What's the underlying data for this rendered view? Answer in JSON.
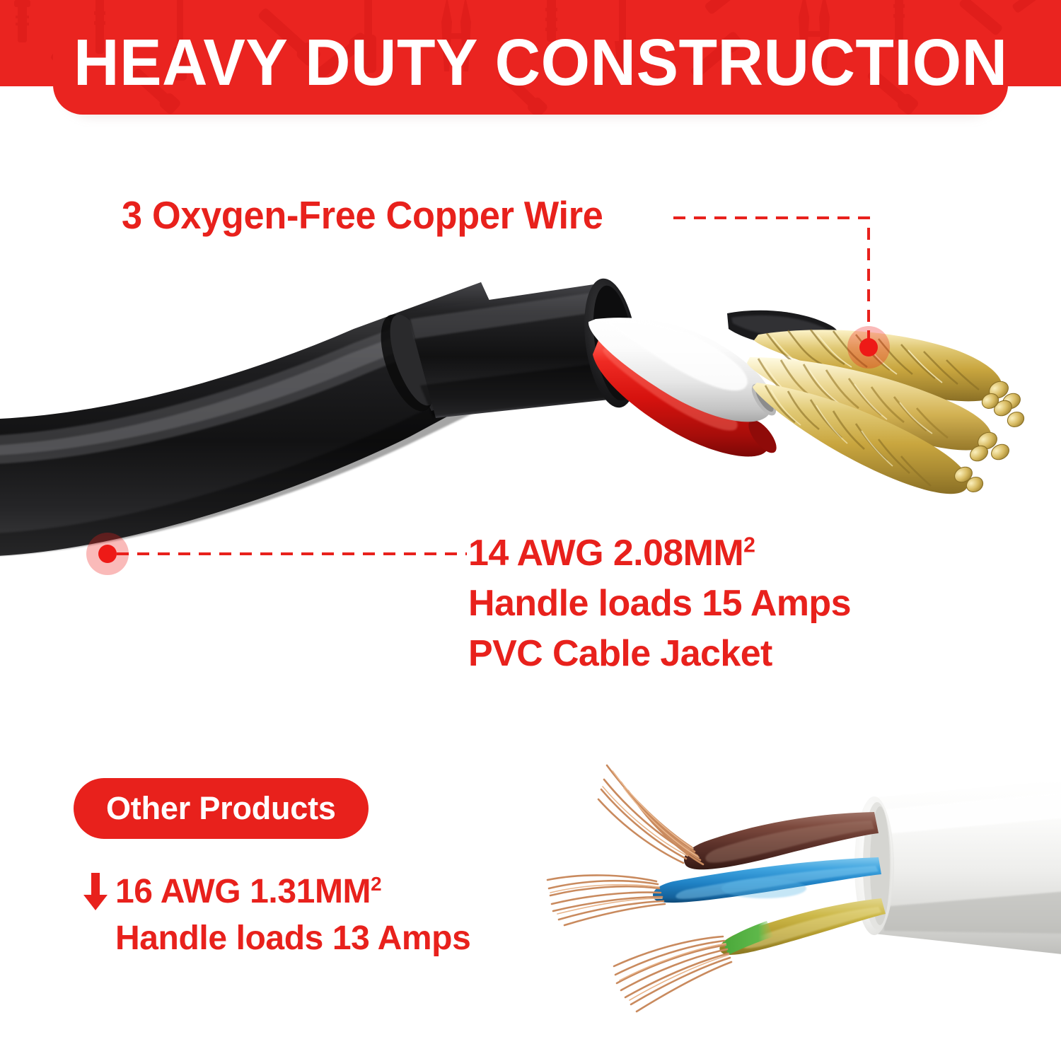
{
  "header": {
    "title": "HEAVY DUTY CONSTRUCTION",
    "background_color": "#ea2420",
    "text_color": "#ffffff",
    "pattern_icons": [
      "pliers-icon",
      "screw-icon",
      "screwdriver-icon",
      "wrench-icon",
      "hammer-icon",
      "saw-icon"
    ]
  },
  "callouts": {
    "wire_count": "3 Oxygen-Free Copper Wire",
    "main_specs": {
      "gauge": "14 AWG 2.08MM",
      "gauge_superscript": "2",
      "load": "Handle loads 15 Amps",
      "jacket": "PVC Cable Jacket"
    },
    "other_specs": {
      "gauge": "16 AWG 1.31MM",
      "gauge_superscript": "2",
      "load": "Handle loads 13 Amps"
    },
    "accent_color": "#e8211c"
  },
  "badges": {
    "other_products": "Other Products"
  },
  "products": {
    "main_cable": {
      "name": "main-cable-photo",
      "jacket_color": "#1b1b1b",
      "conductor_colors": [
        "#d81f1f",
        "#f4f4f2",
        "#c9a43a"
      ],
      "strand_color": "#cbb05e"
    },
    "other_cable": {
      "name": "other-cable-photo",
      "jacket_color": "#f2f2f0",
      "conductor_colors": [
        "#6b3a32",
        "#2f8fd4",
        "#c9b23c"
      ],
      "strand_color": "#c98a5e"
    }
  }
}
